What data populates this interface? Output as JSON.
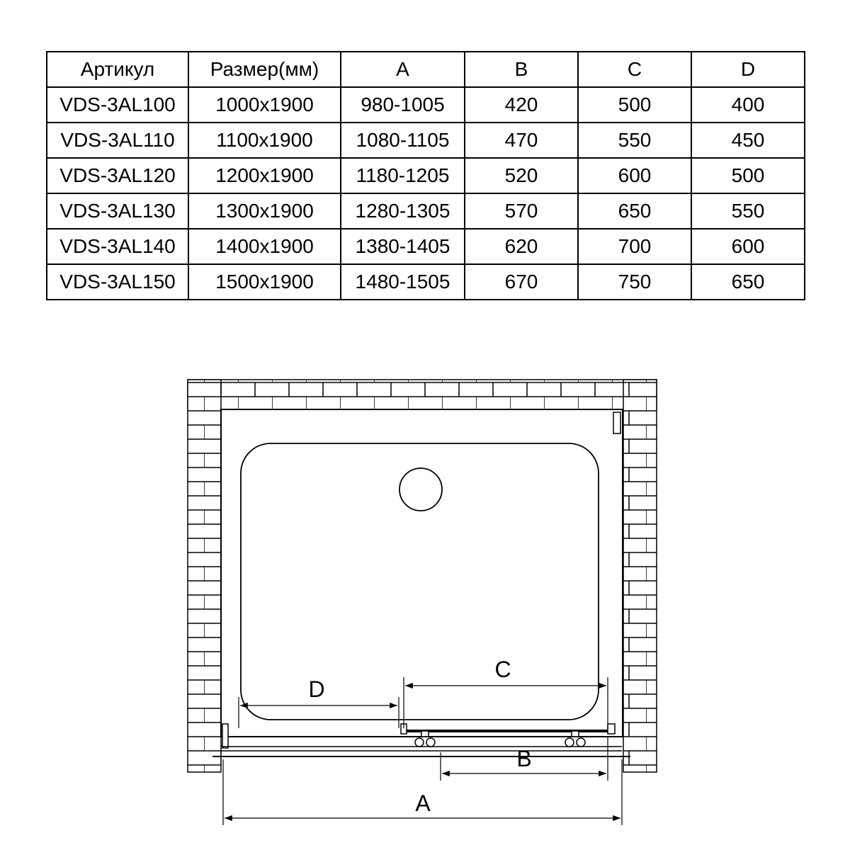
{
  "table": {
    "headers": [
      "Артикул",
      "Размер(мм)",
      "A",
      "B",
      "C",
      "D"
    ],
    "rows": [
      [
        "VDS-3AL100",
        "1000x1900",
        "980-1005",
        "420",
        "500",
        "400"
      ],
      [
        "VDS-3AL110",
        "1100x1900",
        "1080-1105",
        "470",
        "550",
        "450"
      ],
      [
        "VDS-3AL120",
        "1200x1900",
        "1180-1205",
        "520",
        "600",
        "500"
      ],
      [
        "VDS-3AL130",
        "1300x1900",
        "1280-1305",
        "570",
        "650",
        "550"
      ],
      [
        "VDS-3AL140",
        "1400x1900",
        "1380-1405",
        "620",
        "700",
        "600"
      ],
      [
        "VDS-3AL150",
        "1500x1900",
        "1480-1505",
        "670",
        "750",
        "650"
      ]
    ]
  },
  "diagram": {
    "labels": {
      "a": "A",
      "b": "B",
      "c": "C",
      "d": "D"
    }
  },
  "colors": {
    "line": "#000000",
    "background": "#ffffff"
  }
}
